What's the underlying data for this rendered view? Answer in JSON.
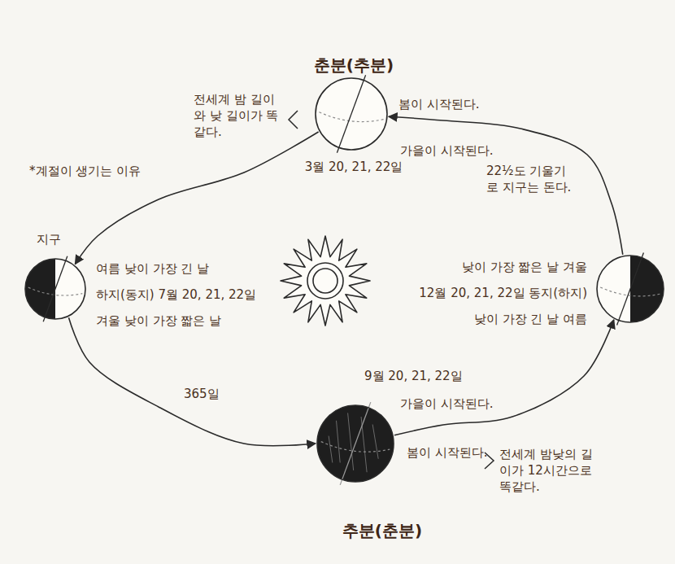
{
  "diagram": {
    "nodes": [
      {
        "text": [
          "춘분(추분)",
          "전세계 밤 길이와 낮 길이가 똑같다.",
          "봄이 시작된다.",
          "가을이 시작된다.",
          "3월 20, 21, 22일"
        ]
      },
      {
        "text": [
          "지구",
          "여름 낮이 가장 긴 날",
          "하지(동지) 7월 20, 21, 22일",
          "겨울 낮이 가장 짧은 날"
        ]
      },
      {
        "text": [
          "9월 20, 21, 22일",
          "가을이 시작된다.",
          "봄이 시작된다.",
          "전세계 밤낮의 길이가 12시간으로 똑같다.",
          "추분(춘분)"
        ]
      },
      {
        "text": [
          "낮이 가장 짧은 날 겨울",
          "12월 20, 21, 22일 동지(하지)",
          "낮이 가장 긴 날 여름"
        ]
      }
    ],
    "edges": [
      {
        "from": 0,
        "to": 1,
        "arrow": "to"
      },
      {
        "from": 1,
        "to": 2,
        "arrow": "to"
      },
      {
        "from": 2,
        "to": 3,
        "arrow": "to"
      },
      {
        "from": 3,
        "to": 0,
        "arrow": "to"
      }
    ],
    "labels": [
      "*계절이 생기는 이유",
      "22½도 기울기로 지구는 돈다.",
      "365일"
    ]
  }
}
